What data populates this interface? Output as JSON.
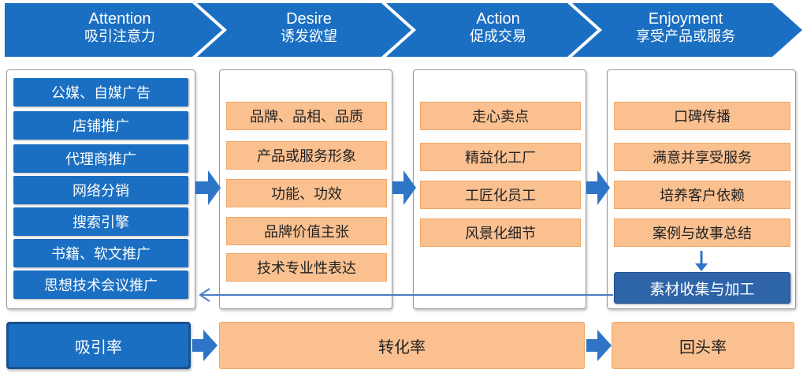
{
  "stages": [
    {
      "en": "Attention",
      "zh": "吸引注意力"
    },
    {
      "en": "Desire",
      "zh": "诱发欲望"
    },
    {
      "en": "Action",
      "zh": "促成交易"
    },
    {
      "en": "Enjoyment",
      "zh": "享受产品或服务"
    }
  ],
  "attention_items": [
    "公媒、自媒广告",
    "店铺推广",
    "代理商推广",
    "网络分销",
    "搜索引擎",
    "书籍、软文推广",
    "思想技术会议推广"
  ],
  "desire_items": [
    "品牌、品相、品质",
    "产品或服务形象",
    "功能、功效",
    "品牌价值主张",
    "技术专业性表达"
  ],
  "action_items": [
    "走心卖点",
    "精益化工厂",
    "工匠化员工",
    "风景化细节"
  ],
  "enjoyment_items": [
    "口碑传播",
    "满意并享受服务",
    "培养客户依赖",
    "案例与故事总结"
  ],
  "material_box": "素材收集与加工",
  "metrics": {
    "attract": "吸引率",
    "convert": "转化率",
    "return": "回头率"
  },
  "colors": {
    "blue": "#1a6fc2",
    "dark_blue": "#2e64a8",
    "orange": "#fac090",
    "arrow_blue": "#2e75c8"
  }
}
